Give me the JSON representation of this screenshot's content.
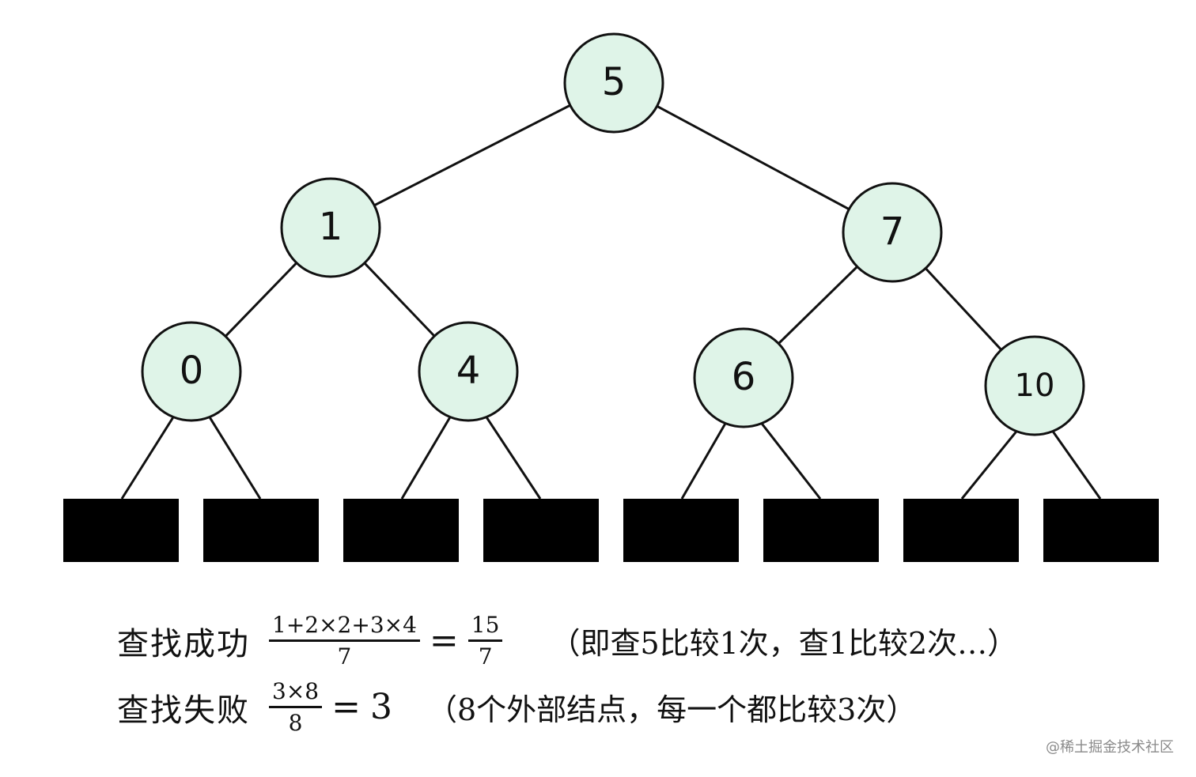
{
  "tree": {
    "nodes": [
      {
        "id": "root",
        "label": "5"
      },
      {
        "id": "left",
        "label": "1"
      },
      {
        "id": "right",
        "label": "7"
      },
      {
        "id": "left-left",
        "label": "0"
      },
      {
        "id": "left-right",
        "label": "4"
      },
      {
        "id": "right-left",
        "label": "6"
      },
      {
        "id": "right-right",
        "label": "10"
      }
    ],
    "edges": [
      [
        "root",
        "left"
      ],
      [
        "root",
        "right"
      ],
      [
        "left",
        "left-left"
      ],
      [
        "left",
        "left-right"
      ],
      [
        "right",
        "right-left"
      ],
      [
        "right",
        "right-right"
      ]
    ],
    "external_nodes_count": 8,
    "colors": {
      "node_fill": "#dff4e8",
      "stroke": "#111111",
      "external_fill": "#000000"
    }
  },
  "formulas": {
    "success": {
      "label": "查找成功",
      "numerator": "1+2×2+3×4",
      "denominator": "7",
      "equals": "=",
      "result_numerator": "15",
      "result_denominator": "7",
      "note": "（即查5比较1次，查1比较2次…）"
    },
    "failure": {
      "label": "查找失败",
      "numerator": "3×8",
      "denominator": "8",
      "equals": "=",
      "result": "3",
      "note": "（8个外部结点，每一个都比较3次）"
    }
  },
  "watermark": "@稀土掘金技术社区"
}
